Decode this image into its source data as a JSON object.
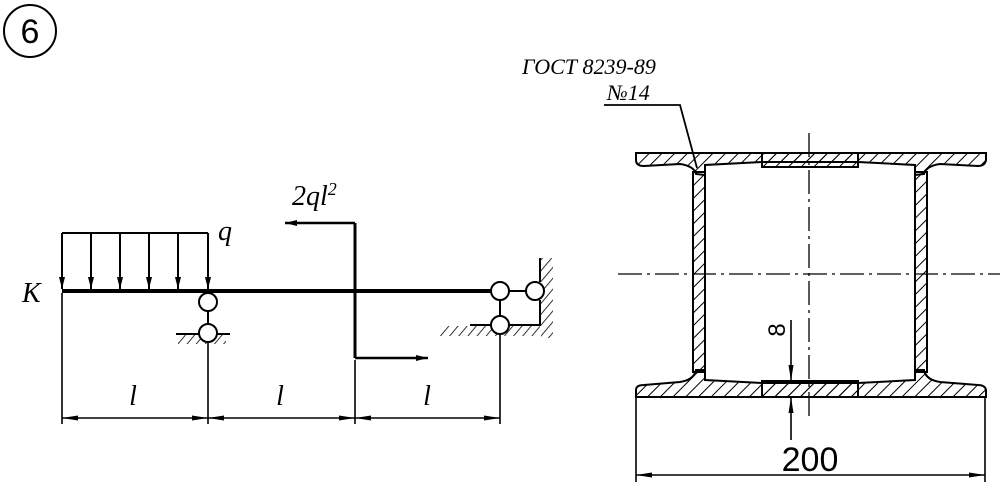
{
  "problem_number": "6",
  "beam": {
    "point_label": "K",
    "load_label": "q",
    "moment_label_base": "2ql",
    "moment_label_exp": "2",
    "span_labels": [
      "l",
      "l",
      "l"
    ]
  },
  "section": {
    "standard_label": "ГОСТ 8239-89",
    "profile_label": "№14",
    "thickness_dim": "8",
    "width_dim": "200"
  },
  "colors": {
    "line": "#000000",
    "background": "#ffffff"
  }
}
